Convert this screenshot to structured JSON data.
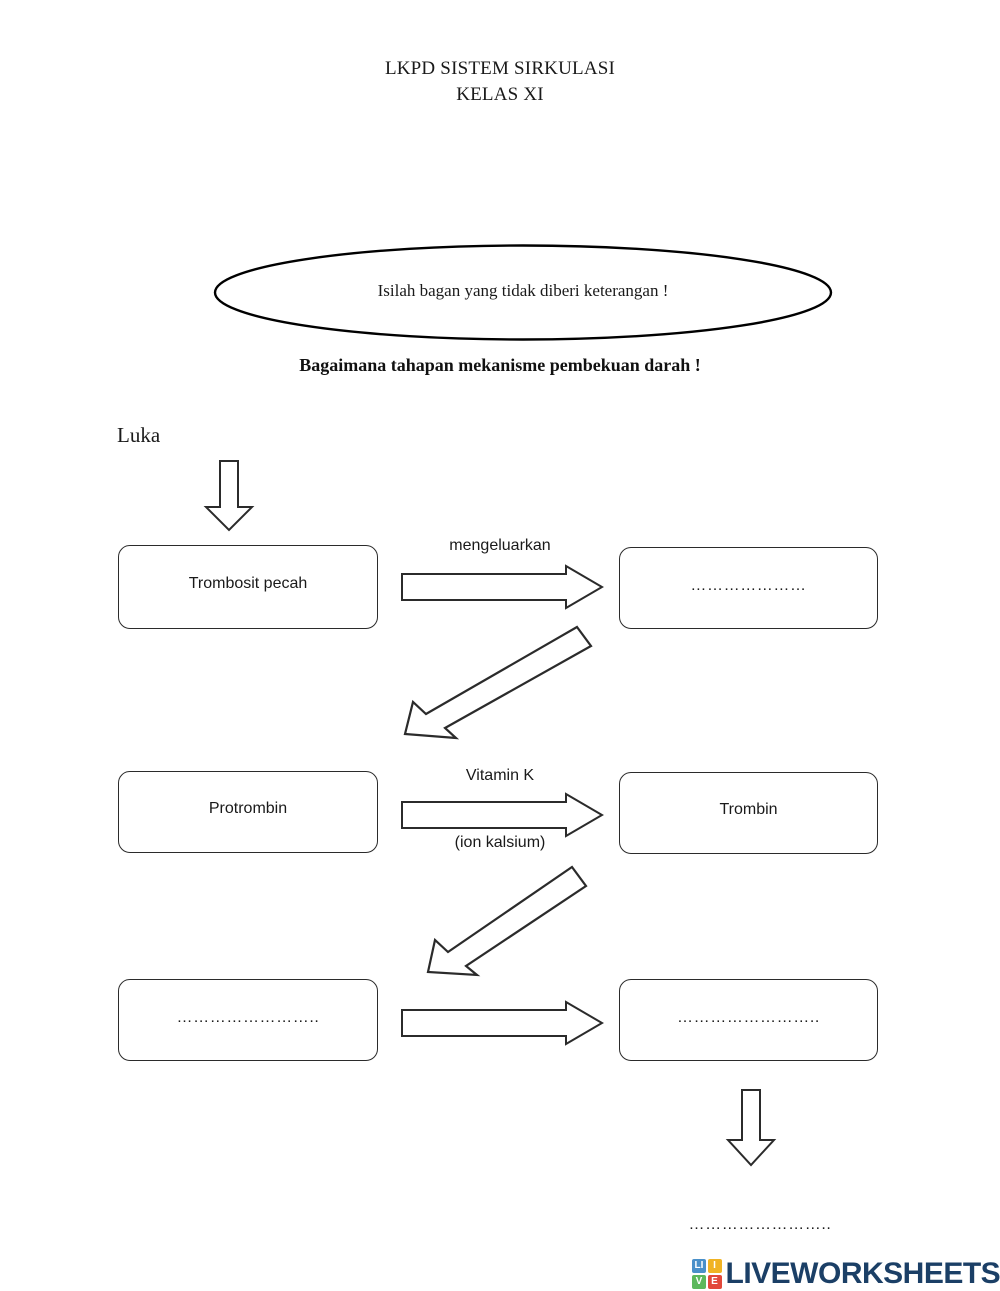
{
  "document": {
    "title_line1": "LKPD SISTEM SIRKULASI",
    "title_line2": "KELAS XI"
  },
  "callout": {
    "text": "Isilah bagan yang tidak diberi keterangan !"
  },
  "subtitle": {
    "text": "Bagaimana tahapan mekanisme pembekuan darah !"
  },
  "flowchart": {
    "start_label": "Luka",
    "nodes": [
      {
        "id": "trombosit-pecah",
        "label": "Trombosit pecah",
        "filled": true
      },
      {
        "id": "row1-right-blank",
        "label": "…………………",
        "filled": false
      },
      {
        "id": "protrombin",
        "label": "Protrombin",
        "filled": true
      },
      {
        "id": "trombin",
        "label": "Trombin",
        "filled": true
      },
      {
        "id": "row3-left-blank",
        "label": "……………………..",
        "filled": false
      },
      {
        "id": "row3-right-blank",
        "label": "……………………..",
        "filled": false
      }
    ],
    "arrow_labels": {
      "row1": "mengeluarkan",
      "row2_top": "Vitamin K",
      "row2_bottom": "(ion kalsium)"
    },
    "final_blank": "……………………..",
    "line_color": "#2b2b2b"
  },
  "watermark": {
    "tiles": [
      {
        "letter": "LI",
        "color": "#4a90c9"
      },
      {
        "letter": "I",
        "color": "#f0b323"
      },
      {
        "letter": "V",
        "color": "#5cb85c"
      },
      {
        "letter": "E",
        "color": "#e2483a"
      }
    ],
    "wordmark": "LIVEWORKSHEETS",
    "wordmark_color": "#1b3f66"
  }
}
